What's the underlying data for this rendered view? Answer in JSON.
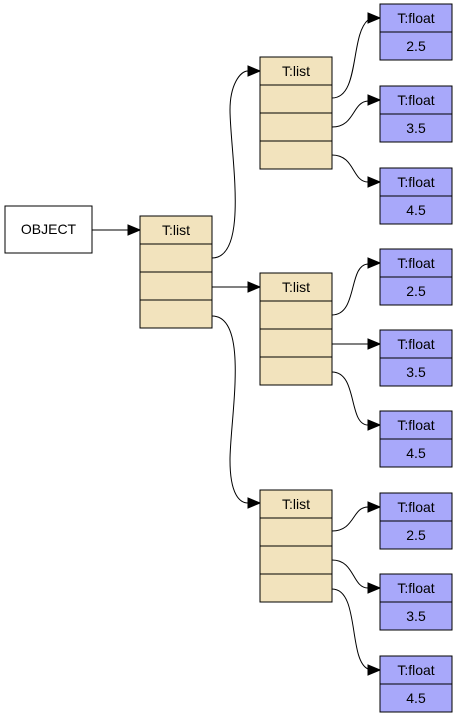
{
  "colors": {
    "object_fill": "#ffffff",
    "list_fill": "#f2e3bd",
    "float_fill": "#a8a8fa",
    "stroke": "#000000"
  },
  "root": {
    "label": "OBJECT"
  },
  "main_list": {
    "label": "T:list"
  },
  "lists": [
    {
      "label": "T:list",
      "floats": [
        {
          "label": "T:float",
          "value": "2.5"
        },
        {
          "label": "T:float",
          "value": "3.5"
        },
        {
          "label": "T:float",
          "value": "4.5"
        }
      ]
    },
    {
      "label": "T:list",
      "floats": [
        {
          "label": "T:float",
          "value": "2.5"
        },
        {
          "label": "T:float",
          "value": "3.5"
        },
        {
          "label": "T:float",
          "value": "4.5"
        }
      ]
    },
    {
      "label": "T:list",
      "floats": [
        {
          "label": "T:float",
          "value": "2.5"
        },
        {
          "label": "T:float",
          "value": "3.5"
        },
        {
          "label": "T:float",
          "value": "4.5"
        }
      ]
    }
  ]
}
